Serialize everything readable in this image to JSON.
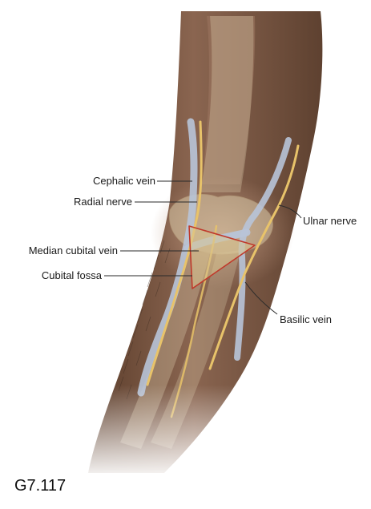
{
  "figure": {
    "labels": {
      "cephalic_vein": "Cephalic vein",
      "radial_nerve": "Radial nerve",
      "median_cubital_vein": "Median cubital vein",
      "cubital_fossa": "Cubital fossa",
      "ulnar_nerve": "Ulnar nerve",
      "basilic_vein": "Basilic vein"
    },
    "figure_id": "G7.117"
  },
  "colors": {
    "skin_dark": "#6b4a36",
    "skin_mid": "#8b6650",
    "skin_light": "#a88068",
    "vein": "#b8c4d8",
    "nerve": "#e8c36a",
    "bone": "#d9c9a8",
    "fossa_outline": "#c0392b",
    "fossa_fill": "#d8c490"
  }
}
